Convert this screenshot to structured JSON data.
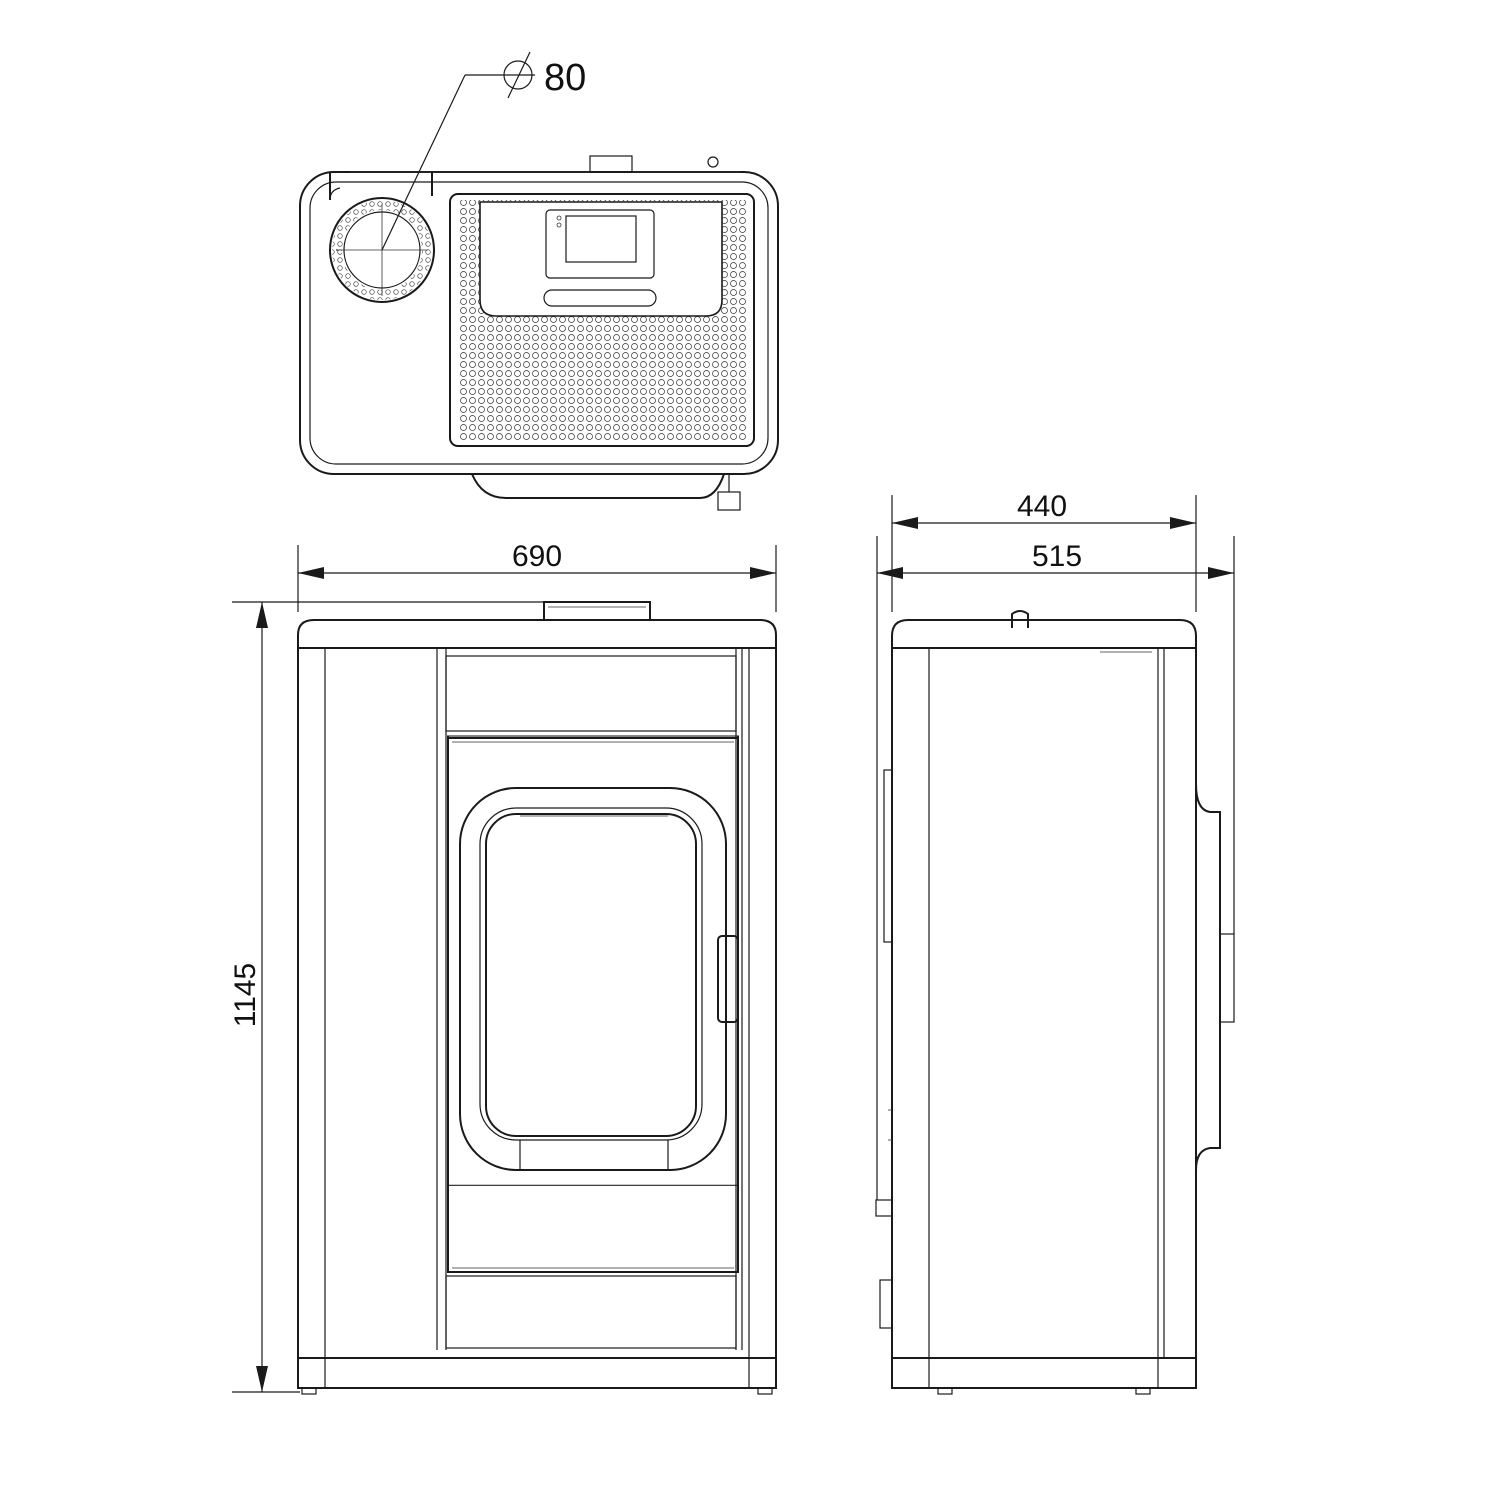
{
  "dimensions": {
    "flue_diameter": "80",
    "front_width": "690",
    "height": "1145",
    "side_depth_inner": "440",
    "side_depth_outer": "515"
  },
  "colors": {
    "line": "#1a1a1a",
    "background": "#ffffff"
  }
}
